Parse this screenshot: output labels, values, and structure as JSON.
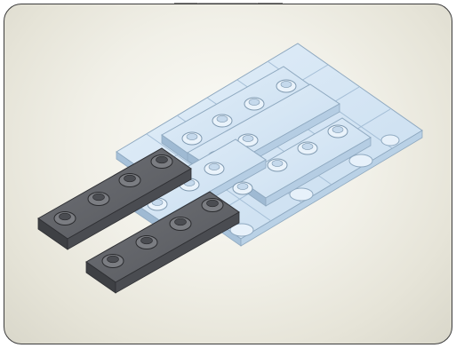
{
  "step_title": "",
  "scene": {
    "colors": {
      "panel_border": "#3c3c3c",
      "panel_bg_center": "#fbfbf7",
      "panel_bg_edge": "#d9d7ca",
      "tab_fill": "#d6d4c8",
      "light_blue_brick": "#cfe2f2",
      "light_blue_top": "#dcebf7",
      "light_blue_side": "#9fbad3",
      "dark_gray_brick": "#595b60",
      "dark_gray_top": "#6b6d72",
      "dark_gray_side": "#3e4044"
    },
    "parts": [
      {
        "name": "base-plate",
        "kind": "plate",
        "color": "light-blue",
        "size": "4x6"
      },
      {
        "name": "plate-1x4-light-blue-a",
        "kind": "plate",
        "color": "light-blue",
        "size": "1x4"
      },
      {
        "name": "plate-1x4-light-blue-b",
        "kind": "plate",
        "color": "light-blue",
        "size": "1x4"
      },
      {
        "name": "plate-1x4-light-blue-c",
        "kind": "plate",
        "color": "light-blue",
        "size": "1x4"
      },
      {
        "name": "plate-1x4-light-blue-d",
        "kind": "plate",
        "color": "light-blue",
        "size": "1x4"
      },
      {
        "name": "plate-1x4-dark-gray-a",
        "kind": "plate",
        "color": "dark-gray",
        "size": "1x4"
      },
      {
        "name": "plate-1x4-dark-gray-b",
        "kind": "plate",
        "color": "dark-gray",
        "size": "1x4"
      }
    ]
  }
}
